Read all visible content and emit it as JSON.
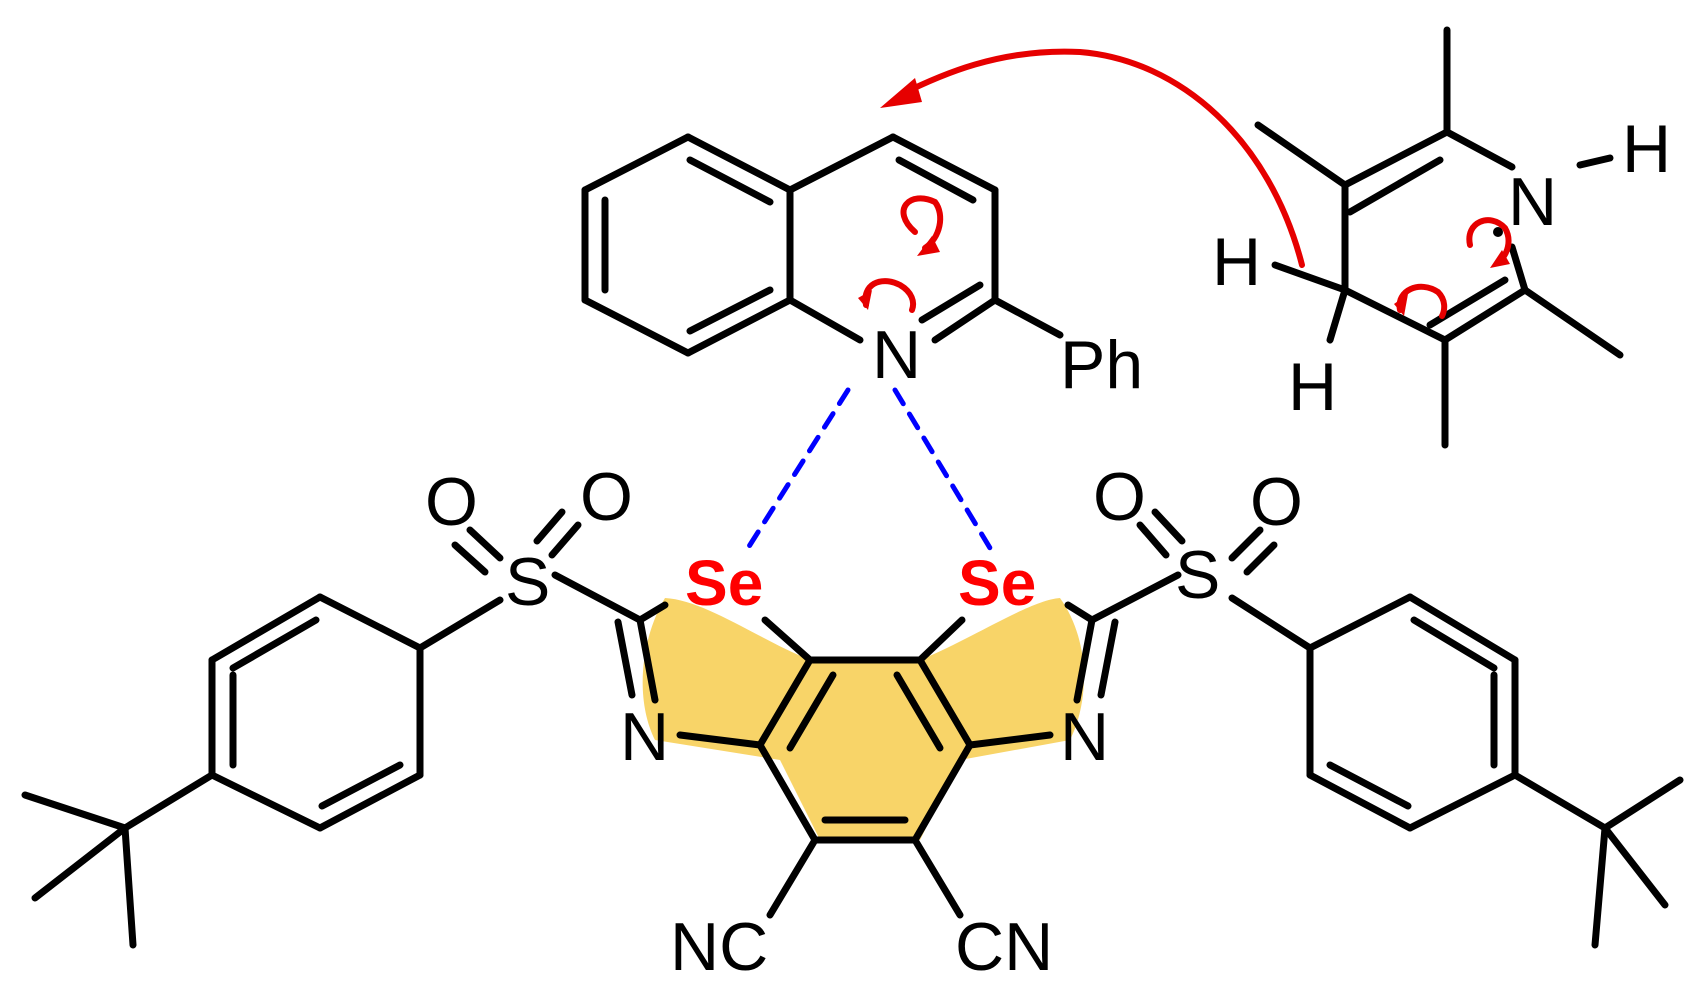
{
  "diagram": {
    "quinoline": {
      "nitrogen": "N",
      "substituent": "Ph"
    },
    "hantzsch_donor": {
      "nitrogen": "N",
      "nh_hydrogen": "H",
      "ch2_hydrogen_upper": "H",
      "ch2_hydrogen_lower": "H"
    },
    "chalcogen_bond_donor": {
      "selenium_left": "Se",
      "selenium_right": "Se",
      "ring_nitrogen_left": "N",
      "ring_nitrogen_right": "N",
      "nitrile_left": "NC",
      "nitrile_right": "CN",
      "sulfonyl_left": {
        "sulfur": "S",
        "oxygen_1": "O",
        "oxygen_2": "O"
      },
      "sulfonyl_right": {
        "sulfur": "S",
        "oxygen_1": "O",
        "oxygen_2": "O"
      }
    },
    "colors": {
      "selenium": "#ff0000",
      "chalcogen_bond": "#0000ff",
      "arrows": "#e60000",
      "core_highlight": "#f8d468"
    }
  }
}
